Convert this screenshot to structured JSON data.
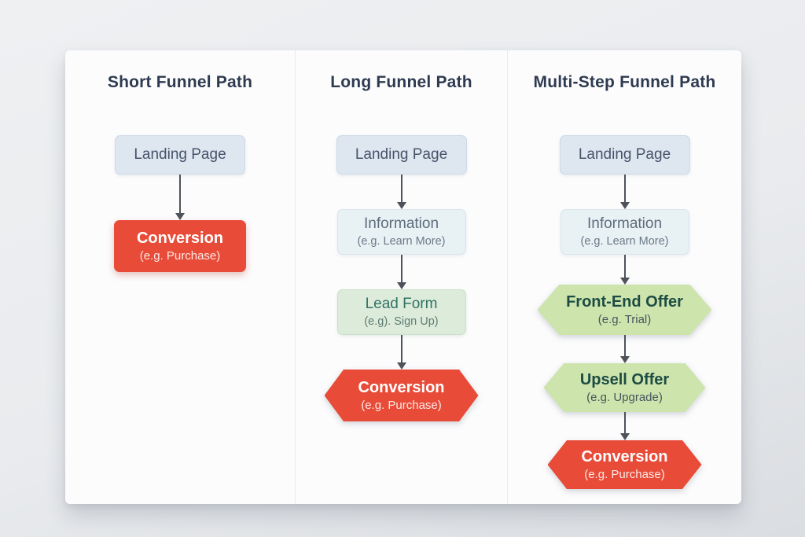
{
  "columns": [
    {
      "title": "Short Funnel Path",
      "nodes": [
        {
          "label": "Landing Page",
          "sub": ""
        },
        {
          "label": "Conversion",
          "sub": "(e.g. Purchase)"
        }
      ]
    },
    {
      "title": "Long Funnel Path",
      "nodes": [
        {
          "label": "Landing Page",
          "sub": ""
        },
        {
          "label": "Information",
          "sub": "(e.g. Learn More)"
        },
        {
          "label": "Lead Form",
          "sub": "(e.g). Sign Up)"
        },
        {
          "label": "Conversion",
          "sub": "(e.g. Purchase)"
        }
      ]
    },
    {
      "title": "Multi-Step Funnel Path",
      "nodes": [
        {
          "label": "Landing Page",
          "sub": ""
        },
        {
          "label": "Information",
          "sub": "(e.g. Learn More)"
        },
        {
          "label": "Front-End Offer",
          "sub": "(e.g. Trial)"
        },
        {
          "label": "Upsell Offer",
          "sub": "(e.g. Upgrade)"
        },
        {
          "label": "Conversion",
          "sub": "(e.g. Purchase)"
        }
      ]
    }
  ],
  "colors": {
    "accent_red": "#e84b38",
    "accent_green": "#cde4ad",
    "box_blue": "#dee7f0",
    "box_light_blue": "#e8f1f4",
    "box_light_green": "#ddebda",
    "title_text": "#2e3a50",
    "arrow": "#4e535b",
    "card_background": "#fcfcfd",
    "page_background": "#e9ebee"
  }
}
